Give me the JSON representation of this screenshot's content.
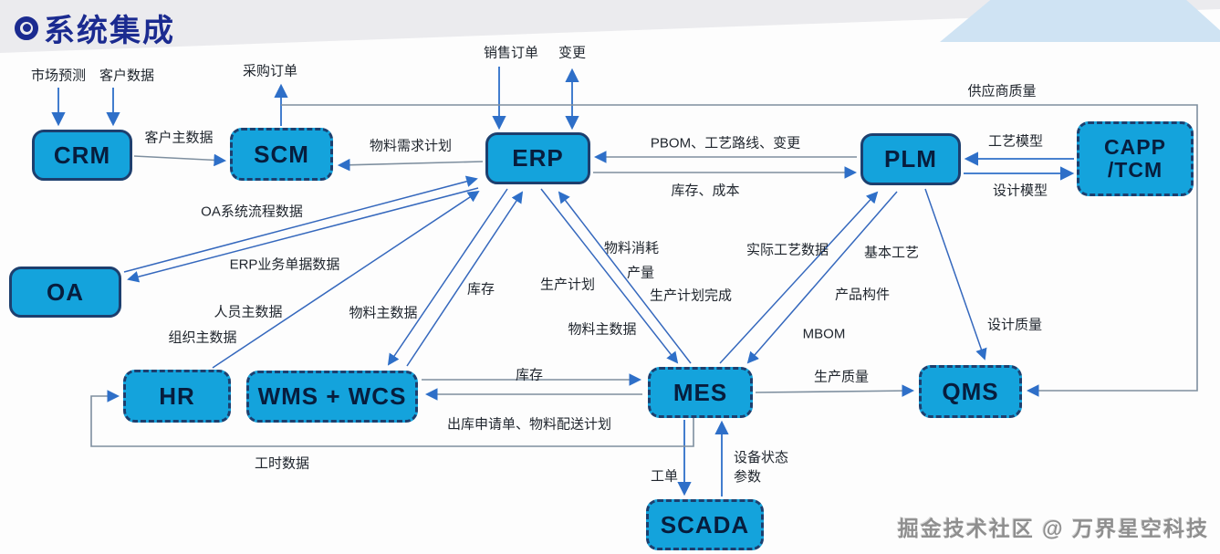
{
  "title": {
    "text": "系统集成"
  },
  "watermark": "掘金技术社区 @ 万界星空科技",
  "colors": {
    "node_fill": "#14a3dc",
    "node_border": "#1d3f6e",
    "node_text": "#071d3d",
    "arrow_blue": "#2e6fc8",
    "line_gray": "#7e8f9f",
    "title": "#1b2b90",
    "band_gray": "#ebebee",
    "band_blue": "#cfe3f3"
  },
  "nodes": {
    "crm": {
      "label": "CRM"
    },
    "scm": {
      "label": "SCM"
    },
    "erp": {
      "label": "ERP"
    },
    "plm": {
      "label": "PLM"
    },
    "capp": {
      "label": "CAPP\n/TCM"
    },
    "oa": {
      "label": "OA"
    },
    "hr": {
      "label": "HR"
    },
    "wms": {
      "label": "WMS + WCS"
    },
    "mes": {
      "label": "MES"
    },
    "qms": {
      "label": "QMS"
    },
    "scada": {
      "label": "SCADA"
    }
  },
  "edges": [
    {
      "from": null,
      "to": "crm",
      "labels": [
        "市场预测"
      ]
    },
    {
      "from": null,
      "to": "crm",
      "labels": [
        "客户数据"
      ]
    },
    {
      "from": "crm",
      "to": "scm",
      "labels": [
        "客户主数据"
      ]
    },
    {
      "from": "scm",
      "to": null,
      "labels": [
        "采购订单"
      ]
    },
    {
      "from": "scm",
      "to": "qms",
      "labels": [
        "供应商质量"
      ]
    },
    {
      "from": null,
      "to": "erp",
      "labels": [
        "销售订单"
      ]
    },
    {
      "from": null,
      "to": "erp",
      "labels": [
        "变更"
      ],
      "bidirectional": true
    },
    {
      "from": "erp",
      "to": "scm",
      "labels": [
        "物料需求计划"
      ]
    },
    {
      "from": "plm",
      "to": "erp",
      "labels": [
        "PBOM、工艺路线、变更"
      ]
    },
    {
      "from": "erp",
      "to": "plm",
      "labels": [
        "库存、成本"
      ]
    },
    {
      "from": "capp",
      "to": "plm",
      "labels": [
        "工艺模型"
      ]
    },
    {
      "from": "plm",
      "to": "capp",
      "labels": [
        "设计模型"
      ]
    },
    {
      "from": "oa",
      "to": "erp",
      "labels": [
        "OA系统流程数据"
      ]
    },
    {
      "from": "erp",
      "to": "oa",
      "labels": [
        "ERP业务单据数据"
      ]
    },
    {
      "from": "hr",
      "to": "erp",
      "labels": [
        "人员主数据",
        "组织主数据"
      ]
    },
    {
      "from": "erp",
      "to": "wms",
      "labels": [
        "物料主数据"
      ]
    },
    {
      "from": "wms",
      "to": "erp",
      "labels": [
        "库存"
      ]
    },
    {
      "from": "erp",
      "to": "mes",
      "labels": [
        "生产计划",
        "物料主数据"
      ]
    },
    {
      "from": "mes",
      "to": "erp",
      "labels": [
        "物料消耗",
        "产量",
        "生产计划完成"
      ]
    },
    {
      "from": "mes",
      "to": "plm",
      "labels": [
        "实际工艺数据"
      ]
    },
    {
      "from": "plm",
      "to": "mes",
      "labels": [
        "基本工艺",
        "产品构件",
        "MBOM"
      ]
    },
    {
      "from": "plm",
      "to": "qms",
      "labels": [
        "设计质量"
      ]
    },
    {
      "from": "wms",
      "to": "mes",
      "labels": [
        "库存"
      ]
    },
    {
      "from": "mes",
      "to": "wms",
      "labels": [
        "出库申请单、物料配送计划"
      ]
    },
    {
      "from": "mes",
      "to": "qms",
      "labels": [
        "生产质量"
      ]
    },
    {
      "from": "mes",
      "to": "hr",
      "labels": [
        "工时数据"
      ]
    },
    {
      "from": "mes",
      "to": "scada",
      "labels": [
        "工单"
      ]
    },
    {
      "from": "scada",
      "to": "mes",
      "labels": [
        "设备状态\n参数"
      ]
    }
  ]
}
